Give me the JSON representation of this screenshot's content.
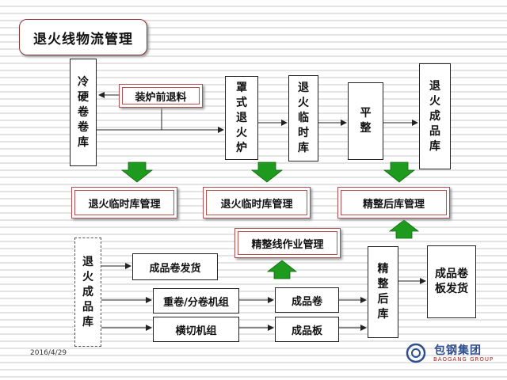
{
  "title": "退火线物流管理",
  "date": "2016/4/29",
  "logo": {
    "name": "包钢集团",
    "sub": "BAOGANG GROUP"
  },
  "top_row": {
    "cold_coil_store": [
      "冷",
      "硬",
      "卷",
      "卷",
      "库"
    ],
    "pre_furnace_return": "装炉前退料",
    "bell_furnace": [
      "罩",
      "式",
      "退",
      "火",
      "炉"
    ],
    "anneal_temp_store": [
      "退",
      "火",
      "临",
      "时",
      "库"
    ],
    "temper": [
      "平",
      "整"
    ],
    "anneal_product_store": [
      "退",
      "火",
      "成",
      "品",
      "库"
    ]
  },
  "management": {
    "anneal_temp_mgmt_1": "退火临时库管理",
    "anneal_temp_mgmt_2": "退火临时库管理",
    "finishing_store_mgmt": "精整后库管理",
    "finishing_line_mgmt": "精整线作业管理"
  },
  "bottom_row": {
    "anneal_product_store": [
      "退",
      "火",
      "成",
      "品",
      "库"
    ],
    "coil_shipping": "成品卷发货",
    "recoil_slit": "重卷/分卷机组",
    "cut_to_length": "横切机组",
    "product_coil": "成品卷",
    "product_plate": "成品板",
    "finishing_store": [
      "精",
      "整",
      "后",
      "库"
    ],
    "coil_plate_shipping": [
      "成品卷",
      "板发货"
    ]
  },
  "colors": {
    "arrow_green": "#1e9a1e",
    "mgmt_border": "#b05050",
    "title_border": "#8a3030"
  }
}
